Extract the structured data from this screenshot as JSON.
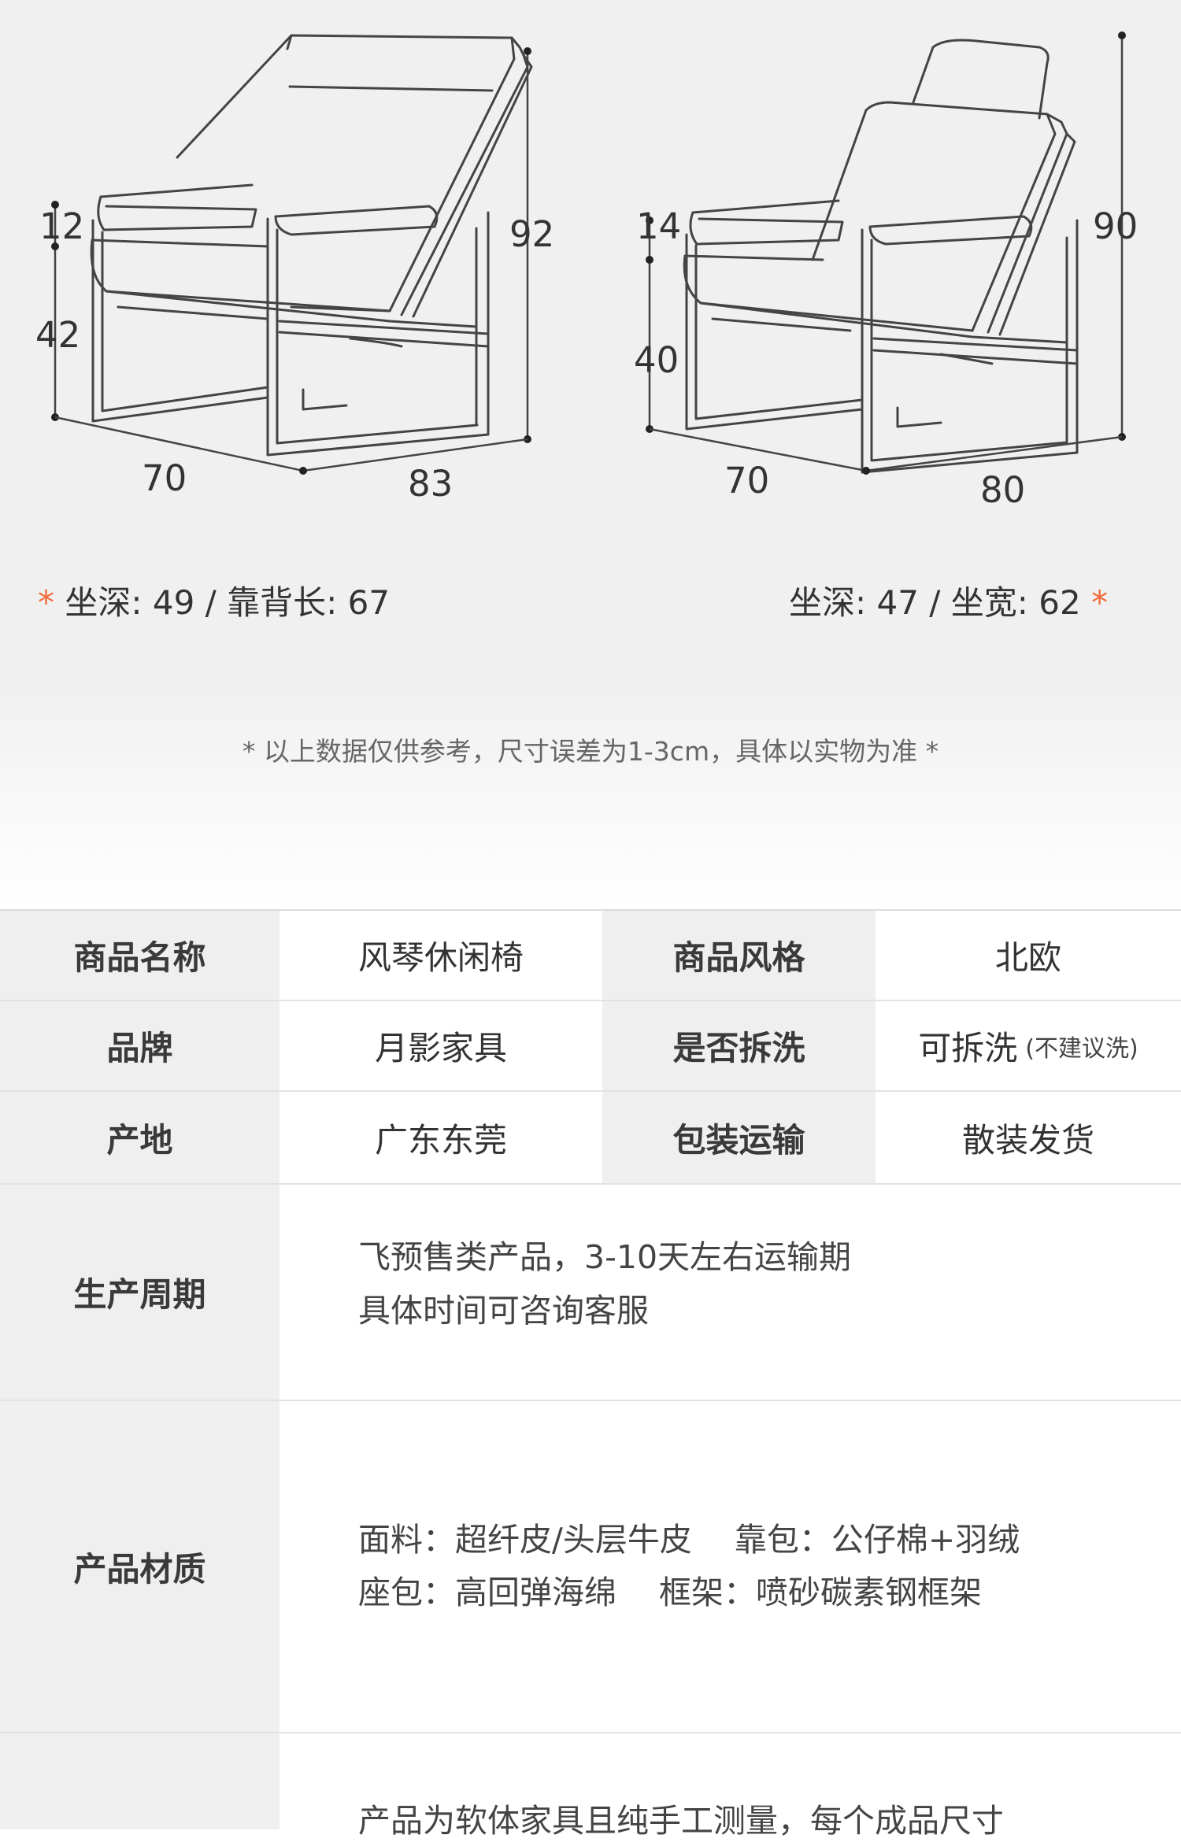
{
  "left_chair": {
    "dims": {
      "arm": "12",
      "seat_height": "42",
      "height": "92",
      "width": "70",
      "depth": "83"
    },
    "caption_star": "*",
    "caption": "坐深: 49 / 靠背长: 67"
  },
  "right_chair": {
    "dims": {
      "arm": "14",
      "seat_height": "40",
      "height": "90",
      "width": "70",
      "depth": "80"
    },
    "caption": "坐深: 47 / 坐宽: 62",
    "caption_star": "*"
  },
  "note": "* 以上数据仅供参考，尺寸误差为1-3cm，具体以实物为准 *",
  "specs": {
    "name_label": "商品名称",
    "name_value": "风琴休闲椅",
    "style_label": "商品风格",
    "style_value": "北欧",
    "brand_label": "品牌",
    "brand_value": "月影家具",
    "washable_label": "是否拆洗",
    "washable_value": "可拆洗",
    "washable_note": "(不建议洗)",
    "origin_label": "产地",
    "origin_value": "广东东莞",
    "shipping_label": "包装运输",
    "shipping_value": "散装发货",
    "period_label": "生产周期",
    "period_line1": "飞预售类产品，3-10天左右运输期",
    "period_line2": "具体时间可咨询客服",
    "material_label": "产品材质",
    "material_line1": "面料：超纤皮/头层牛皮　 靠包：公仔棉+羽绒",
    "material_line2": "座包：高回弹海绵　 框架：喷砂碳素钢框架",
    "size_line1": "产品为软体家具且纯手工测量，每个成品尺寸"
  },
  "colors": {
    "accent": "#f26b3a",
    "key_bg": "#efefef"
  }
}
